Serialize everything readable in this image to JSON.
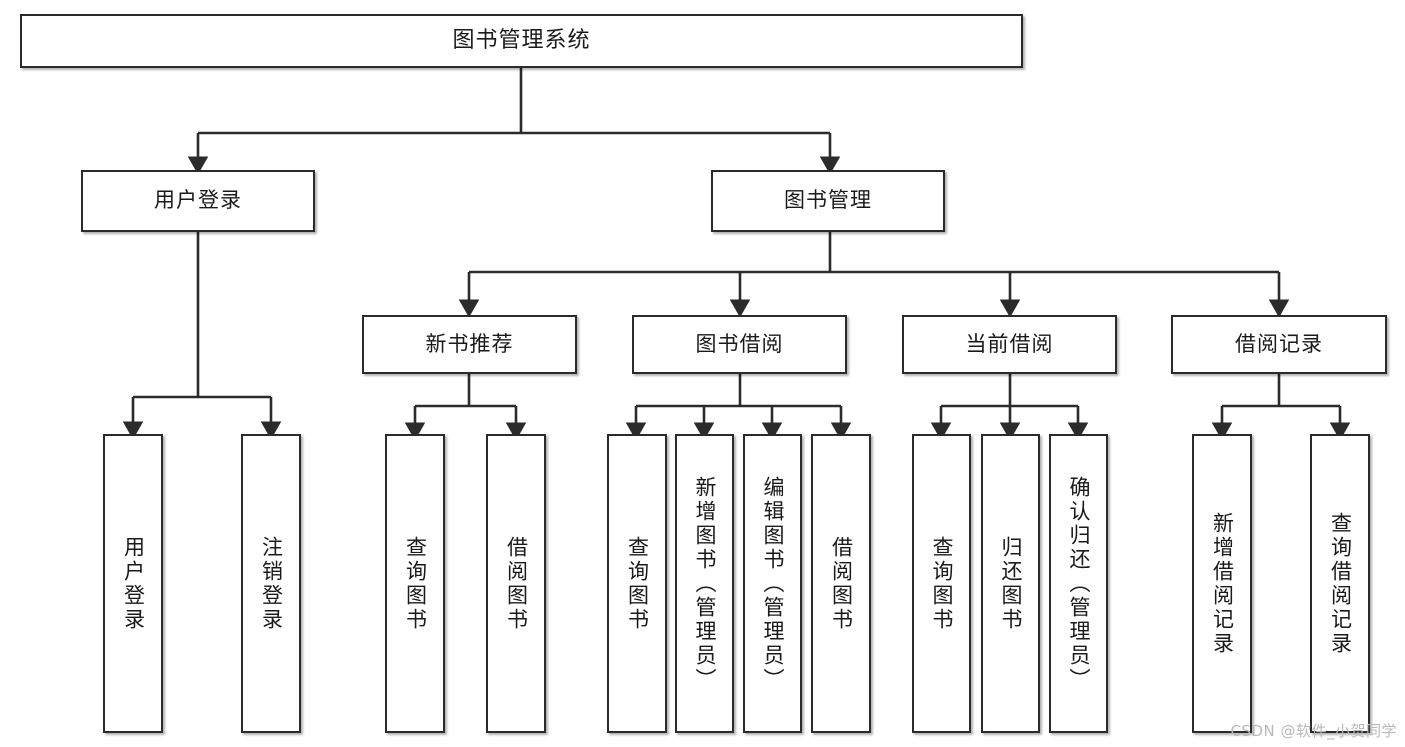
{
  "diagram": {
    "title": "图书管理系统",
    "type": "tree-hierarchy-chart",
    "root": {
      "id": "root",
      "label": "图书管理系统"
    },
    "level2": [
      {
        "id": "user-login",
        "label": "用户登录"
      },
      {
        "id": "book-manage",
        "label": "图书管理"
      }
    ],
    "level3": [
      {
        "id": "new-book-rec",
        "label": "新书推荐",
        "parent": "book-manage"
      },
      {
        "id": "book-borrow",
        "label": "图书借阅",
        "parent": "book-manage"
      },
      {
        "id": "current-borrow",
        "label": "当前借阅",
        "parent": "book-manage"
      },
      {
        "id": "borrow-record",
        "label": "借阅记录",
        "parent": "book-manage"
      }
    ],
    "leaves": [
      {
        "id": "leaf-user-login",
        "label": "用户登录",
        "parent": "user-login"
      },
      {
        "id": "leaf-logout",
        "label": "注销登录",
        "parent": "user-login"
      },
      {
        "id": "leaf-query-book-rec",
        "label": "查询图书",
        "parent": "new-book-rec"
      },
      {
        "id": "leaf-borrow-book-rec",
        "label": "借阅图书",
        "parent": "new-book-rec"
      },
      {
        "id": "leaf-query-book-borrow",
        "label": "查询图书",
        "parent": "book-borrow"
      },
      {
        "id": "leaf-add-book",
        "label": "新增图书（管理员）",
        "parent": "book-borrow"
      },
      {
        "id": "leaf-edit-book",
        "label": "编辑图书（管理员）",
        "parent": "book-borrow"
      },
      {
        "id": "leaf-borrow-book",
        "label": "借阅图书",
        "parent": "book-borrow"
      },
      {
        "id": "leaf-query-book-cur",
        "label": "查询图书",
        "parent": "current-borrow"
      },
      {
        "id": "leaf-return-book",
        "label": "归还图书",
        "parent": "current-borrow"
      },
      {
        "id": "leaf-confirm-return",
        "label": "确认归还（管理员）",
        "parent": "current-borrow"
      },
      {
        "id": "leaf-add-record",
        "label": "新增借阅记录",
        "parent": "borrow-record"
      },
      {
        "id": "leaf-query-record",
        "label": "查询借阅记录",
        "parent": "borrow-record"
      }
    ],
    "watermark": "CSDN @软件_小贺同学",
    "colors": {
      "stroke": "#2b2b2b",
      "fill": "#ffffff",
      "text": "#1a1a1a",
      "watermark": "#b9b9b9"
    }
  }
}
